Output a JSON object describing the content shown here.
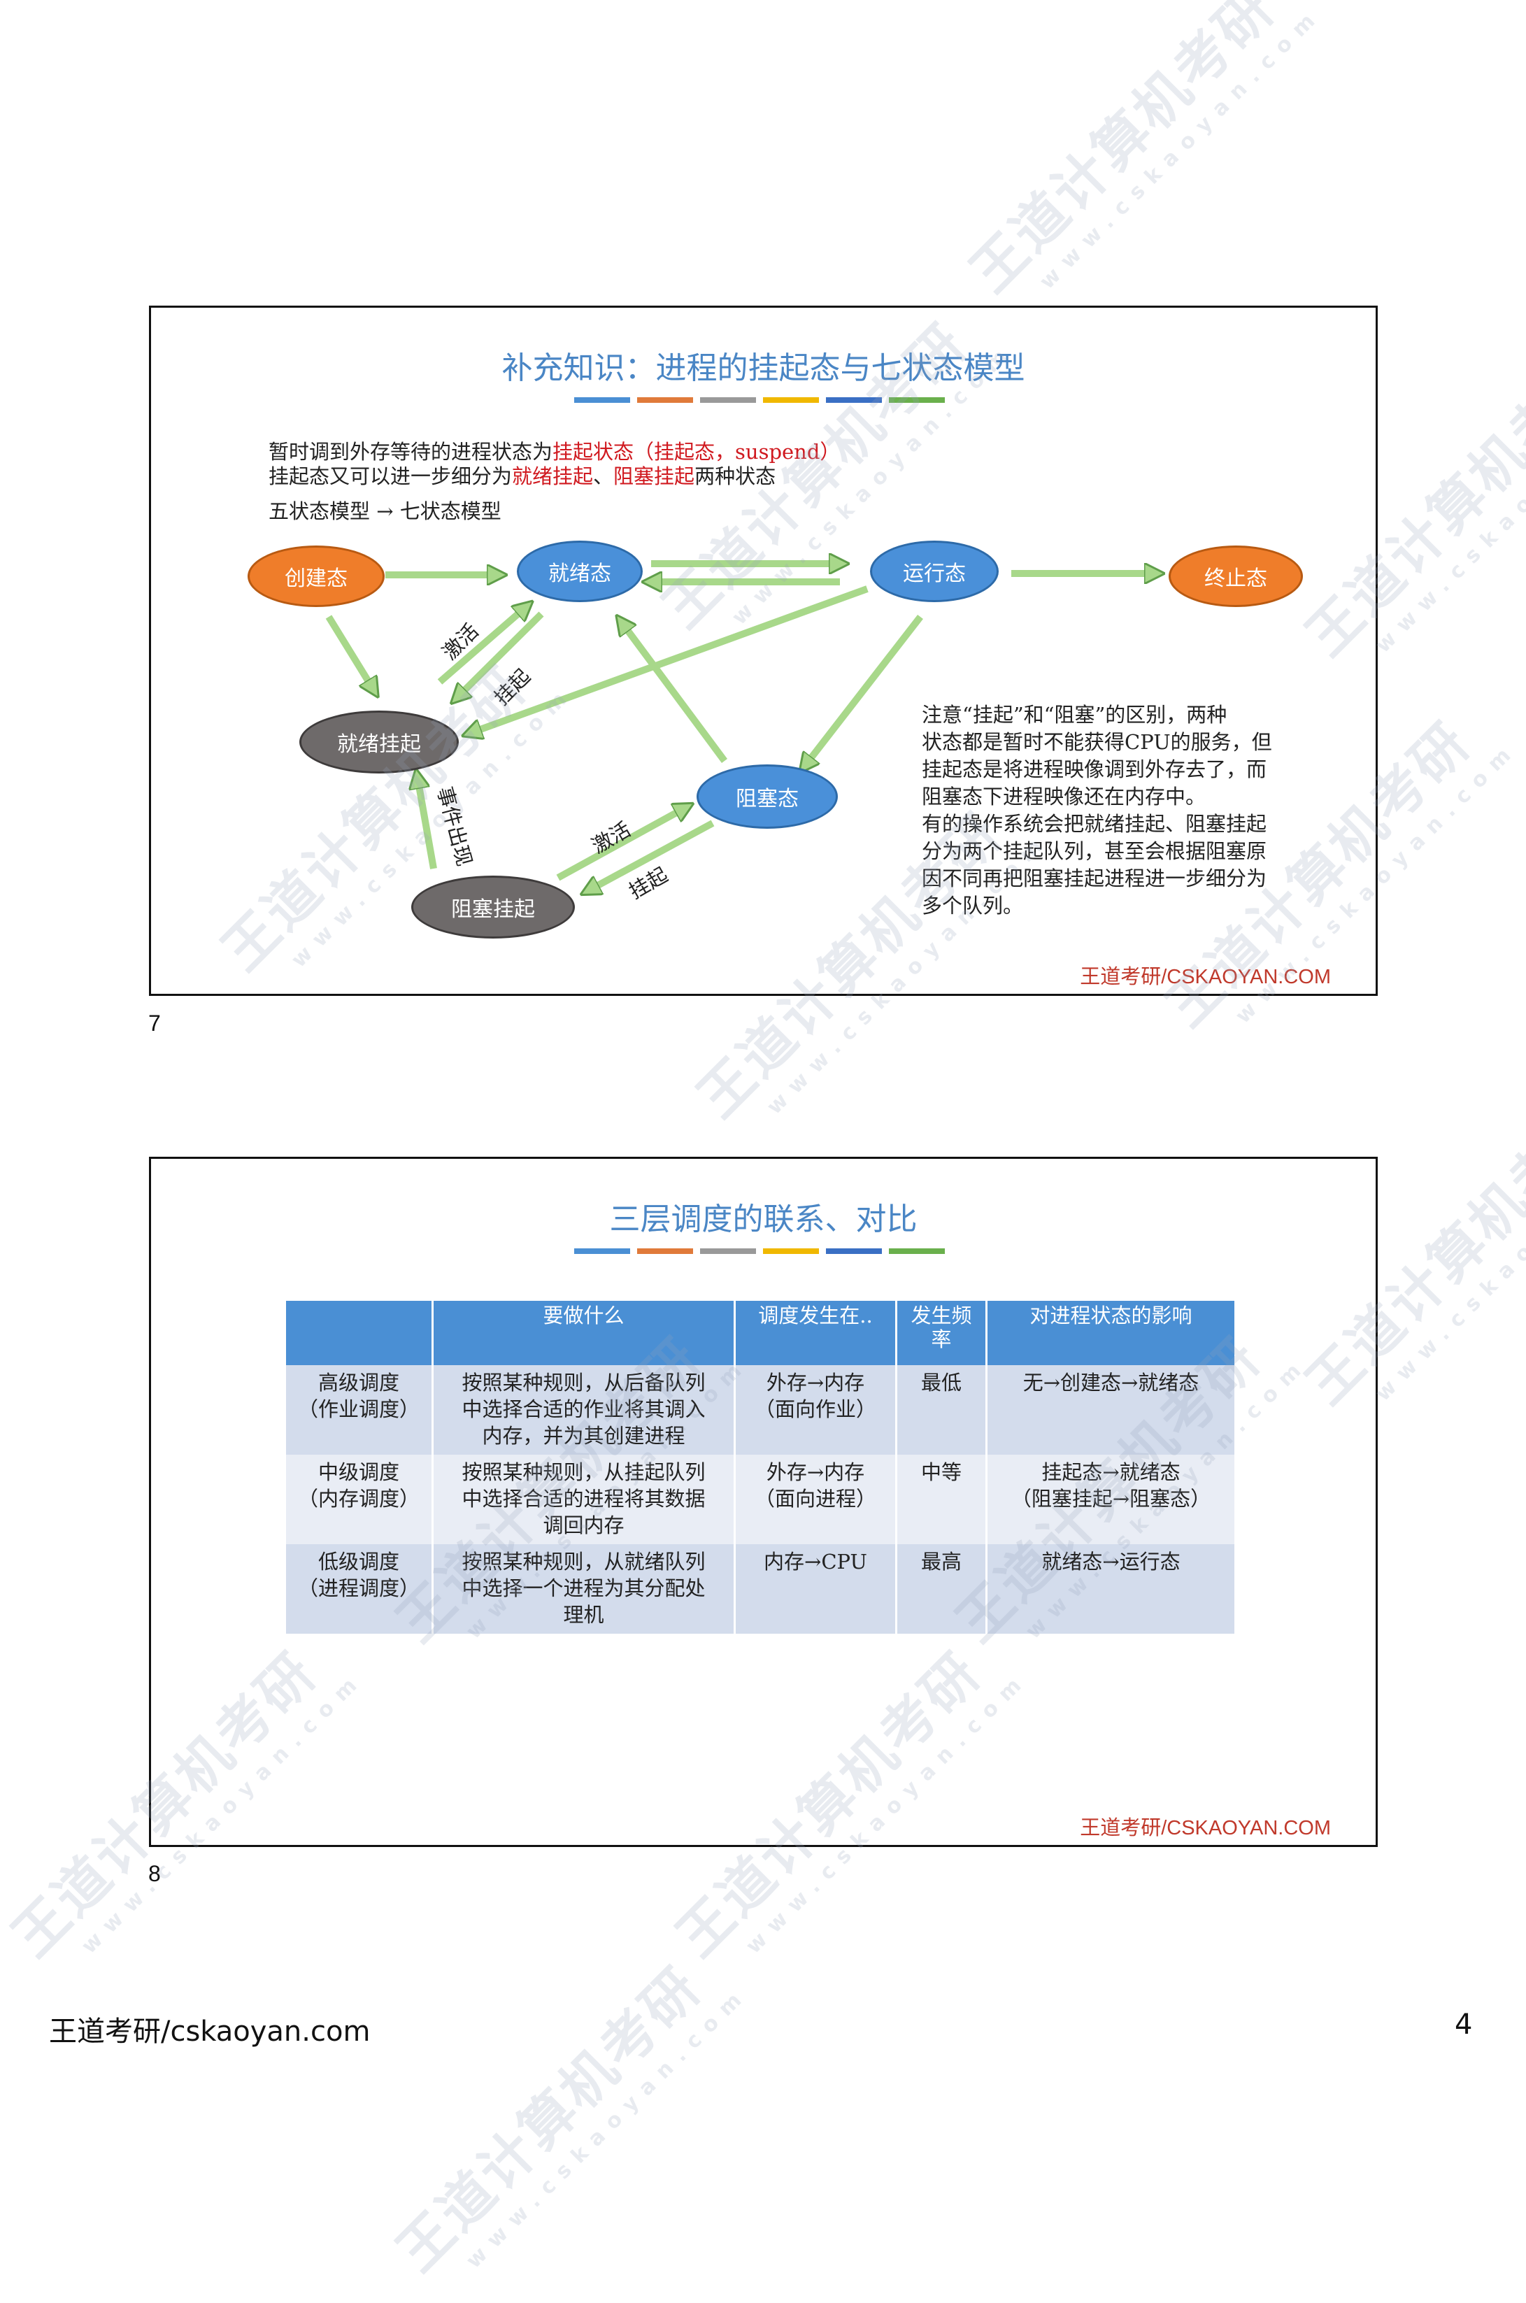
{
  "watermark": {
    "text": "王道计算机考研",
    "url": "www.cskaoyan.com"
  },
  "slide1": {
    "title": "补充知识：进程的挂起态与七状态模型",
    "title_bar_colors": [
      "#4a8fd4",
      "#e07a3a",
      "#999999",
      "#f0b800",
      "#3a6fc4",
      "#6ab04c"
    ],
    "line1_a": "暂时调到外存等待的进程状态为",
    "line1_b": "挂起状态（挂起态，suspend）",
    "line2_a": "挂起态又可以进一步细分为",
    "line2_b": "就绪挂起",
    "line2_c": "、",
    "line2_d": "阻塞挂起",
    "line2_e": "两种状态",
    "line3": "五状态模型 → 七状态模型",
    "nodes": {
      "create": "创建态",
      "ready": "就绪态",
      "running": "运行态",
      "terminated": "终止态",
      "ready_suspend": "就绪挂起",
      "blocked": "阻塞态",
      "blocked_suspend": "阻塞挂起"
    },
    "edge_labels": {
      "activate1": "激活",
      "suspend1": "挂起",
      "event": "事件出现",
      "activate2": "激活",
      "suspend2": "挂起"
    },
    "note": [
      "注意“挂起”和“阻塞”的区别，两种",
      "状态都是暂时不能获得CPU的服务，但",
      "挂起态是将进程映像调到外存去了，而",
      "阻塞态下进程映像还在内存中。",
      "有的操作系统会把就绪挂起、阻塞挂起",
      "分为两个挂起队列，甚至会根据阻塞原",
      "因不同再把阻塞挂起进程进一步细分为",
      "多个队列。"
    ],
    "brand": "王道考研/CSKAOYAN.COM",
    "number": "7"
  },
  "slide2": {
    "title": "三层调度的联系、对比",
    "table": {
      "headers": [
        "",
        "要做什么",
        "调度发生在..",
        "发生频率",
        "对进程状态的影响"
      ],
      "rows": [
        {
          "name": [
            "高级调度",
            "（作业调度）"
          ],
          "what": [
            "按照某种规则，从后备队列",
            "中选择合适的作业将其调入",
            "内存，并为其创建进程"
          ],
          "where": [
            "外存→内存",
            "（面向作业）"
          ],
          "freq": "最低",
          "effect": [
            "无→创建态→就绪态"
          ]
        },
        {
          "name": [
            "中级调度",
            "（内存调度）"
          ],
          "what": [
            "按照某种规则，从挂起队列",
            "中选择合适的进程将其数据",
            "调回内存"
          ],
          "where": [
            "外存→内存",
            "（面向进程）"
          ],
          "freq": "中等",
          "effect": [
            "挂起态→就绪态",
            "（阻塞挂起→阻塞态）"
          ]
        },
        {
          "name": [
            "低级调度",
            "（进程调度）"
          ],
          "what": [
            "按照某种规则，从就绪队列",
            "中选择一个进程为其分配处",
            "理机"
          ],
          "where": [
            "内存→CPU"
          ],
          "freq": "最高",
          "effect": [
            "就绪态→运行态"
          ]
        }
      ]
    },
    "brand": "王道考研/CSKAOYAN.COM",
    "number": "8"
  },
  "page_footer": "王道考研/cskaoyan.com",
  "page_number": "4"
}
